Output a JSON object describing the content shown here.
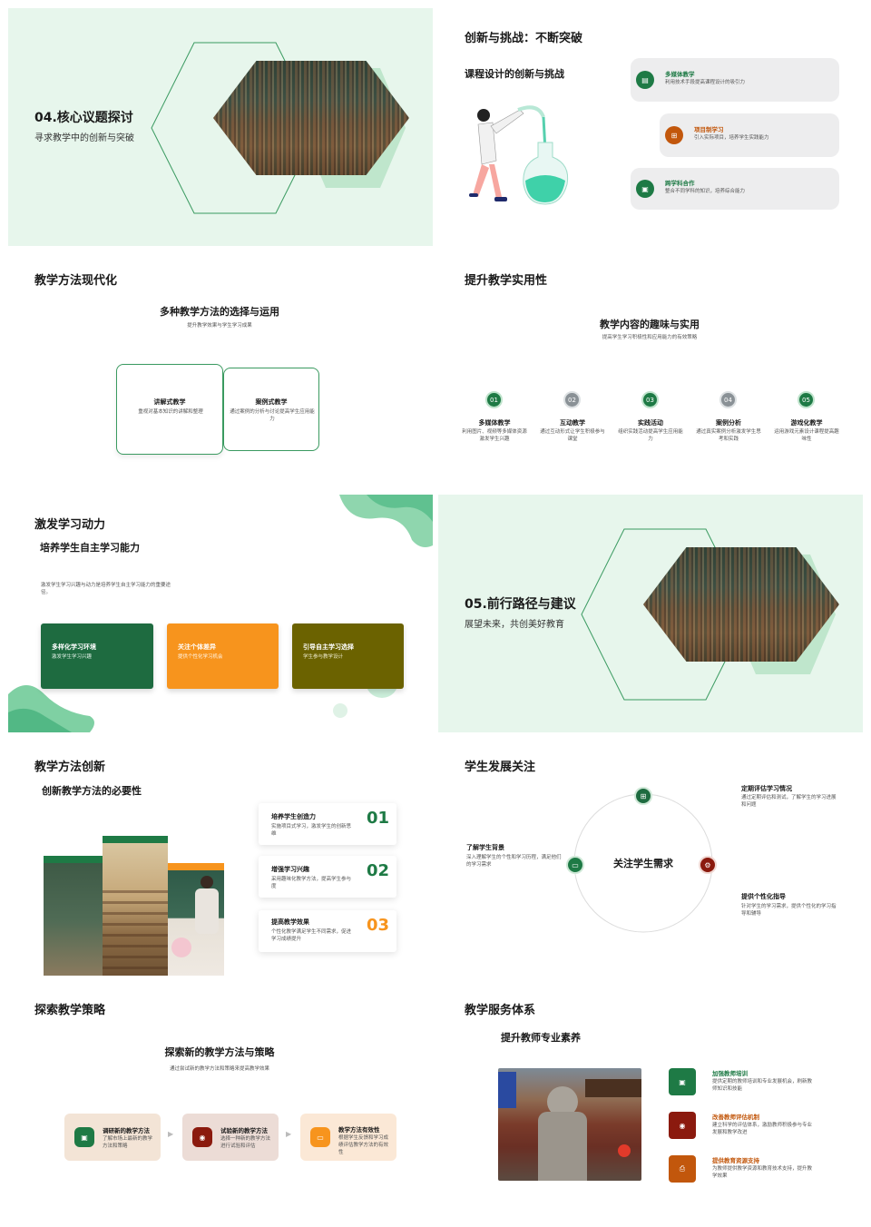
{
  "s1": {
    "title": "04.核心议题探讨",
    "subtitle": "寻求教学中的创新与突破"
  },
  "s2": {
    "title": "创新与挑战：不断突破",
    "subtitle": "课程设计的创新与挑战",
    "items": [
      {
        "title": "多媒体教学",
        "desc": "利用技术手段提高课程设计的吸引力",
        "color": "#1e7a45",
        "icon": "document-icon"
      },
      {
        "title": "项目制学习",
        "desc": "引入实际项目，培养学生实践能力",
        "color": "#c2570c",
        "icon": "sitemap-icon"
      },
      {
        "title": "跨学科合作",
        "desc": "整合不同学科的知识，培养综合能力",
        "color": "#1e7a45",
        "icon": "image-icon"
      }
    ]
  },
  "s3": {
    "title": "教学方法现代化",
    "subtitle": "多种教学方法的选择与运用",
    "caption": "提升教学效果与学生学习成果",
    "cards": [
      {
        "title": "讲解式教学",
        "desc": "重视对基本知识的讲解和整理"
      },
      {
        "title": "案例式教学",
        "desc": "通过案例的分析与讨论提高学生应用能力"
      }
    ]
  },
  "s4": {
    "title": "提升教学实用性",
    "subtitle": "教学内容的趣味与实用",
    "caption": "提高学生学习积极性和应用能力的有效策略",
    "items": [
      {
        "num": "01",
        "title": "多媒体教学",
        "desc": "利用图片、视频等多媒体资源激发学生兴趣",
        "color": "#1e7a45"
      },
      {
        "num": "02",
        "title": "互动教学",
        "desc": "通过互动形式让学生积极参与课堂",
        "color": "#8a9196"
      },
      {
        "num": "03",
        "title": "实践活动",
        "desc": "组织实践活动提高学生应用能力",
        "color": "#1e7a45"
      },
      {
        "num": "04",
        "title": "案例分析",
        "desc": "通过真实案例分析激发学生思考和实践",
        "color": "#8a9196"
      },
      {
        "num": "05",
        "title": "游戏化教学",
        "desc": "运用游戏元素设计课程提高趣味性",
        "color": "#1e7a45"
      }
    ]
  },
  "s5": {
    "title": "激发学习动力",
    "subtitle": "培养学生自主学习能力",
    "body": "激发学生学习兴趣与动力是培养学生自主学习能力的重要途径。",
    "cards": [
      {
        "title": "多样化学习环境",
        "desc": "激发学生学习兴趣",
        "color": "#1e6b40"
      },
      {
        "title": "关注个体差异",
        "desc": "提供个性化学习机会",
        "color": "#f7941d"
      },
      {
        "title": "引导自主学习选择",
        "desc": "学生参与教学设计",
        "color": "#6b6200"
      }
    ]
  },
  "s6": {
    "title": "05.前行路径与建议",
    "subtitle": "展望未来，共创美好教育"
  },
  "s7": {
    "title": "教学方法创新",
    "subtitle": "创新教学方法的必要性",
    "items": [
      {
        "title": "培养学生创造力",
        "desc": "实施项目式学习，激发学生的创新思维",
        "num": "01",
        "color": "#1e7a45"
      },
      {
        "title": "增强学习兴趣",
        "desc": "采用趣味化教学方法，提高学生参与度",
        "num": "02",
        "color": "#1e7a45"
      },
      {
        "title": "提高教学效果",
        "desc": "个性化教学满足学生不同需求，促进学习成绩提升",
        "num": "03",
        "color": "#f7941d"
      }
    ]
  },
  "s8": {
    "title": "学生发展关注",
    "center": "关注学生需求",
    "items": [
      {
        "title": "定期评估学习情况",
        "desc": "通过定期评估和测试，了解学生的学习进展和问题"
      },
      {
        "title": "了解学生背景",
        "desc": "深入理解学生的个性和学习历程，满足他们的学习需求"
      },
      {
        "title": "提供个性化指导",
        "desc": "针对学生的学习需求，提供个性化的学习指导和辅导"
      }
    ],
    "colors": {
      "top": "#1e6b40",
      "left": "#1e7a45",
      "right": "#8b1a0e"
    }
  },
  "s9": {
    "title": "探索教学策略",
    "subtitle": "探索新的教学方法与策略",
    "caption": "通过尝试新的教学方法和策略来提高教学效果",
    "steps": [
      {
        "title": "调研新的教学方法",
        "desc": "了解市场上最新的教学方法和策略",
        "bg": "#f3e4d6",
        "color": "#1e7a45"
      },
      {
        "title": "试验新的教学方法",
        "desc": "选择一种新的教学方法进行试验和评估",
        "bg": "#ecdcd6",
        "color": "#8b1a0e"
      },
      {
        "title": "教学方法有效性",
        "desc": "根据学生反馈和学习成绩评估教学方法的有效性",
        "bg": "#fbe8d6",
        "color": "#f7941d"
      }
    ]
  },
  "s10": {
    "title": "教学服务体系",
    "subtitle": "提升教师专业素养",
    "items": [
      {
        "title": "加强教师培训",
        "desc": "提供定期的教师培训和专业发展机会，刷新教师知识和技能",
        "color": "#1e7a45",
        "title_color": "#1e7a45"
      },
      {
        "title": "改善教师评估机制",
        "desc": "建立科学的评估体系，激励教师积极参与专业发展和教学改进",
        "color": "#8b1a0e",
        "title_color": "#c2570c"
      },
      {
        "title": "提供教育资源支持",
        "desc": "为教师提供教学资源和教育技术支持，提升教学效果",
        "color": "#c2570c",
        "title_color": "#c2570c"
      }
    ]
  }
}
